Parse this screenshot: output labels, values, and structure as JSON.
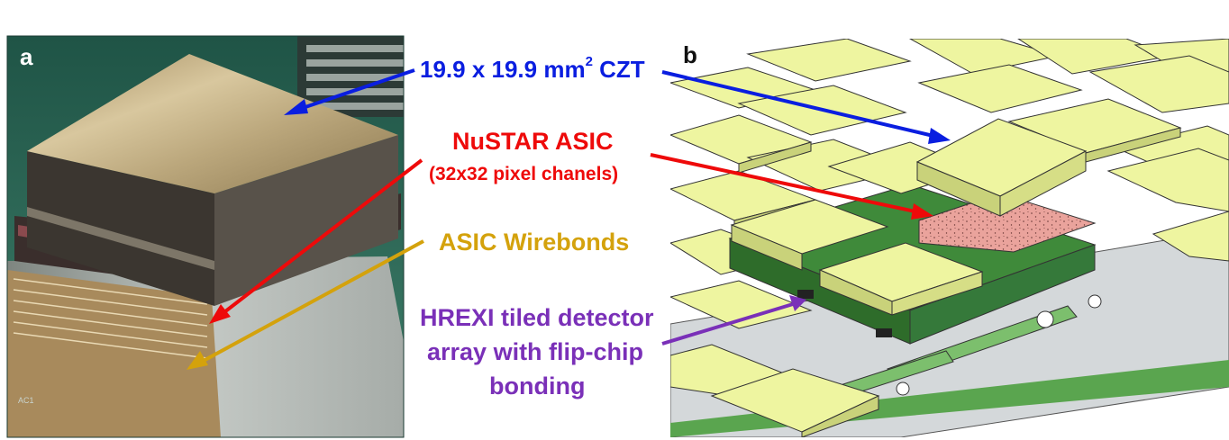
{
  "panels": {
    "a": "a",
    "b": "b"
  },
  "labels": {
    "czt_prefix": "19.9 x 19.9 mm",
    "czt_sup": "2",
    "czt_suffix": " CZT",
    "asic_title": "NuSTAR ASIC",
    "asic_sub": "(32x32 pixel chanels)",
    "wirebonds": "ASIC Wirebonds",
    "hrexi_line1": "HREXI tiled detector",
    "hrexi_line2": "array with flip-chip",
    "hrexi_line3": "bonding"
  },
  "colors": {
    "czt": "#0a1ee0",
    "asic": "#ee0a0a",
    "wirebonds": "#d4a20c",
    "hrexi": "#7a30b8",
    "tile": "#eef5a0",
    "tile_side": "#c9d27a",
    "pcb": "#3f8a3a",
    "asic_pad": "#e9a09a",
    "frame": "#c9cdd0"
  }
}
